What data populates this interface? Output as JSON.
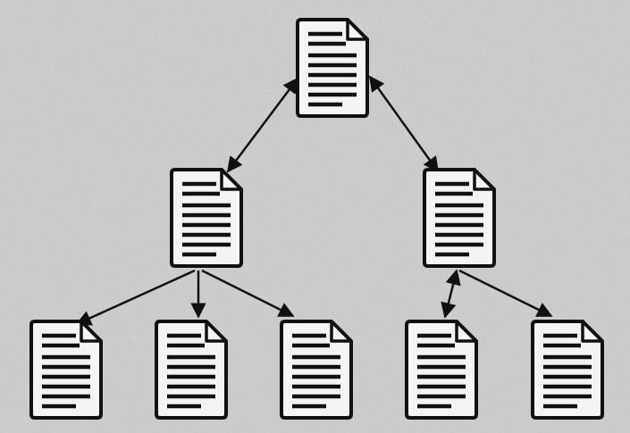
{
  "diagram": {
    "type": "document-hierarchy-tree",
    "colors": {
      "background": "#cfcfcf",
      "ink": "#111111",
      "paper": "#f4f4f4"
    },
    "nodes": [
      {
        "id": "root",
        "icon": "document-icon",
        "level": 0
      },
      {
        "id": "left-parent",
        "icon": "document-icon",
        "level": 1
      },
      {
        "id": "right-parent",
        "icon": "document-icon",
        "level": 1
      },
      {
        "id": "leaf-1",
        "icon": "document-icon",
        "level": 2
      },
      {
        "id": "leaf-2",
        "icon": "document-icon",
        "level": 2
      },
      {
        "id": "leaf-3",
        "icon": "document-icon",
        "level": 2
      },
      {
        "id": "leaf-4",
        "icon": "document-icon",
        "level": 2
      },
      {
        "id": "leaf-5",
        "icon": "document-icon",
        "level": 2
      }
    ],
    "edges": [
      {
        "from": "root",
        "to": "left-parent",
        "arrows": "both"
      },
      {
        "from": "root",
        "to": "right-parent",
        "arrows": "both"
      },
      {
        "from": "left-parent",
        "to": "leaf-1",
        "arrows": "end"
      },
      {
        "from": "left-parent",
        "to": "leaf-2",
        "arrows": "end"
      },
      {
        "from": "left-parent",
        "to": "leaf-3",
        "arrows": "end"
      },
      {
        "from": "right-parent",
        "to": "leaf-4",
        "arrows": "both"
      },
      {
        "from": "right-parent",
        "to": "leaf-5",
        "arrows": "end"
      }
    ]
  }
}
